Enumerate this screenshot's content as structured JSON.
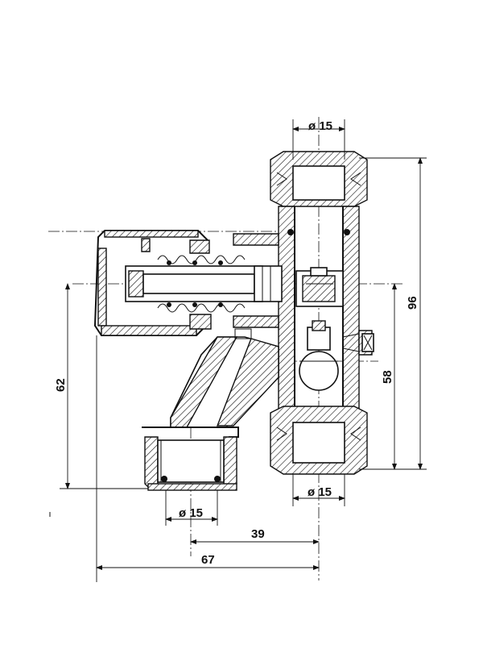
{
  "dimensions": {
    "dia_top": "ø 15",
    "dia_bottom_right": "ø 15",
    "dia_bottom_left": "ø 15",
    "dist_39": "39",
    "dist_67": "67",
    "height_96": "96",
    "height_58": "58",
    "height_62": "62"
  }
}
